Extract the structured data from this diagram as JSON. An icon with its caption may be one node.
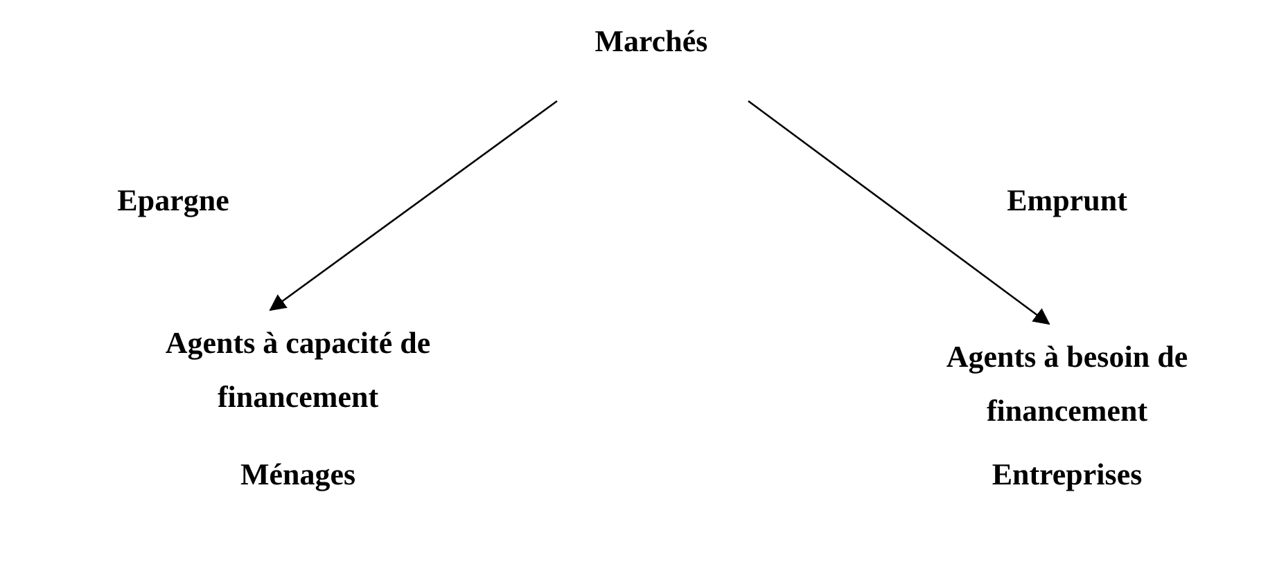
{
  "diagram": {
    "nodes": [
      {
        "text": [
          "Marchés"
        ]
      },
      {
        "text": [
          "Agents à capacité de financement"
        ],
        "beside": [
          "Ménages"
        ]
      },
      {
        "text": [
          "Agents à besoin de financement"
        ],
        "beside": [
          "Entreprises"
        ]
      }
    ],
    "edges": [
      {
        "from": 0,
        "to": 1,
        "arrow": "to"
      },
      {
        "from": 0,
        "to": 2,
        "arrow": "to"
      }
    ],
    "labels": [
      "Epargne",
      "Emprunt"
    ]
  }
}
